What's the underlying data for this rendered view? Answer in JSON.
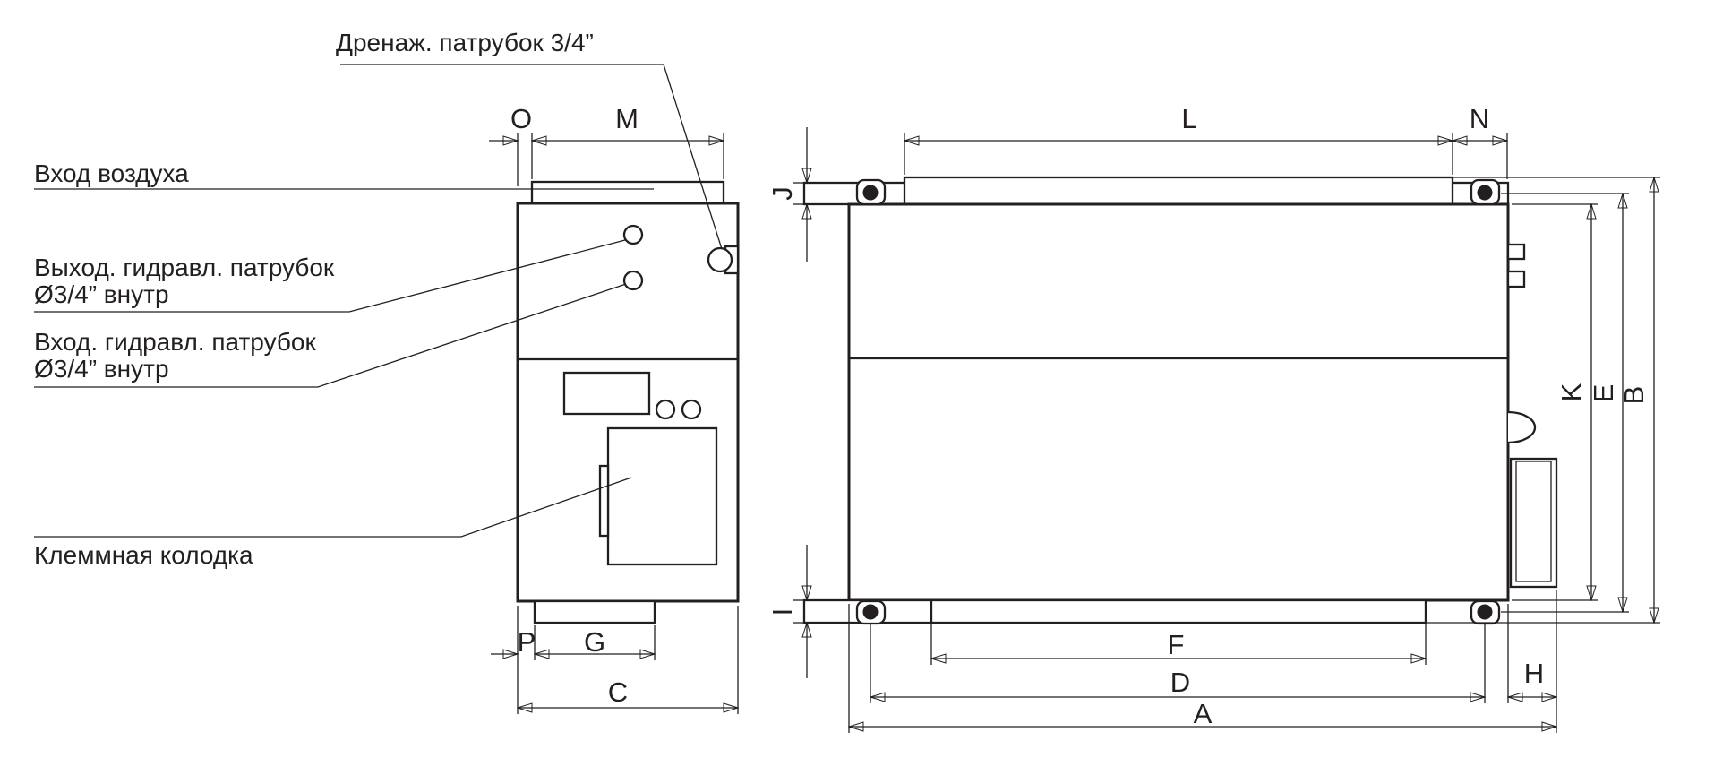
{
  "drawing": {
    "colors": {
      "ink": "#231f20",
      "background": "#ffffff"
    },
    "annotations": {
      "drain": "Дренаж. патрубок 3/4”",
      "air_inlet": "Вход воздуха",
      "hydraulic_outlet_line1": "Выход. гидравл. патрубок",
      "hydraulic_outlet_line2": "Ø3/4” внутр",
      "hydraulic_inlet_line1": "Вход. гидравл. патрубок",
      "hydraulic_inlet_line2": "Ø3/4” внутр",
      "terminal_block": "Клеммная колодка"
    },
    "dims": {
      "o": "O",
      "m": "M",
      "l": "L",
      "n": "N",
      "j": "J",
      "i": "I",
      "k": "K",
      "e": "E",
      "b": "B",
      "p": "P",
      "g": "G",
      "c": "C",
      "f": "F",
      "d": "D",
      "a": "A",
      "h": "H"
    }
  }
}
